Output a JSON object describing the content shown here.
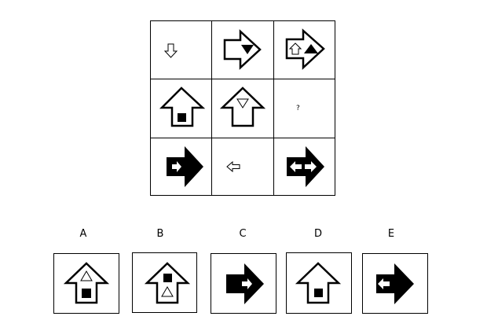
{
  "puzzle": {
    "grid_rows": 3,
    "grid_cols": 3,
    "missing_marker": "?",
    "cells": [
      {
        "id": "r1c1",
        "figure": "small-outline-arrow-down"
      },
      {
        "id": "r1c2",
        "figure": "outline-arrow-right",
        "inner": [
          "filled-triangle-down"
        ]
      },
      {
        "id": "r1c3",
        "figure": "outline-arrow-right",
        "inner": [
          "small-outline-arrow-up",
          "filled-triangle-up"
        ]
      },
      {
        "id": "r2c1",
        "figure": "outline-arrow-up",
        "inner": [
          "filled-square"
        ]
      },
      {
        "id": "r2c2",
        "figure": "outline-arrow-up",
        "inner": [
          "outline-triangle-down"
        ]
      },
      {
        "id": "r2c3",
        "figure": "missing"
      },
      {
        "id": "r3c1",
        "figure": "filled-arrow-right",
        "inner": [
          "white-arrow-right"
        ]
      },
      {
        "id": "r3c2",
        "figure": "small-outline-arrow-left"
      },
      {
        "id": "r3c3",
        "figure": "filled-arrow-right",
        "inner": [
          "white-arrow-left",
          "white-arrow-right"
        ]
      }
    ]
  },
  "options": [
    {
      "label": "A",
      "figure": "outline-arrow-up",
      "inner": [
        "outline-triangle-up",
        "filled-square"
      ]
    },
    {
      "label": "B",
      "figure": "outline-arrow-up",
      "inner": [
        "filled-square",
        "outline-triangle-up"
      ]
    },
    {
      "label": "C",
      "figure": "filled-arrow-right",
      "inner": [
        "white-arrow-right"
      ]
    },
    {
      "label": "D",
      "figure": "outline-arrow-up",
      "inner": [
        "filled-square"
      ]
    },
    {
      "label": "E",
      "figure": "filled-arrow-right",
      "inner": [
        "white-arrow-left"
      ]
    }
  ]
}
